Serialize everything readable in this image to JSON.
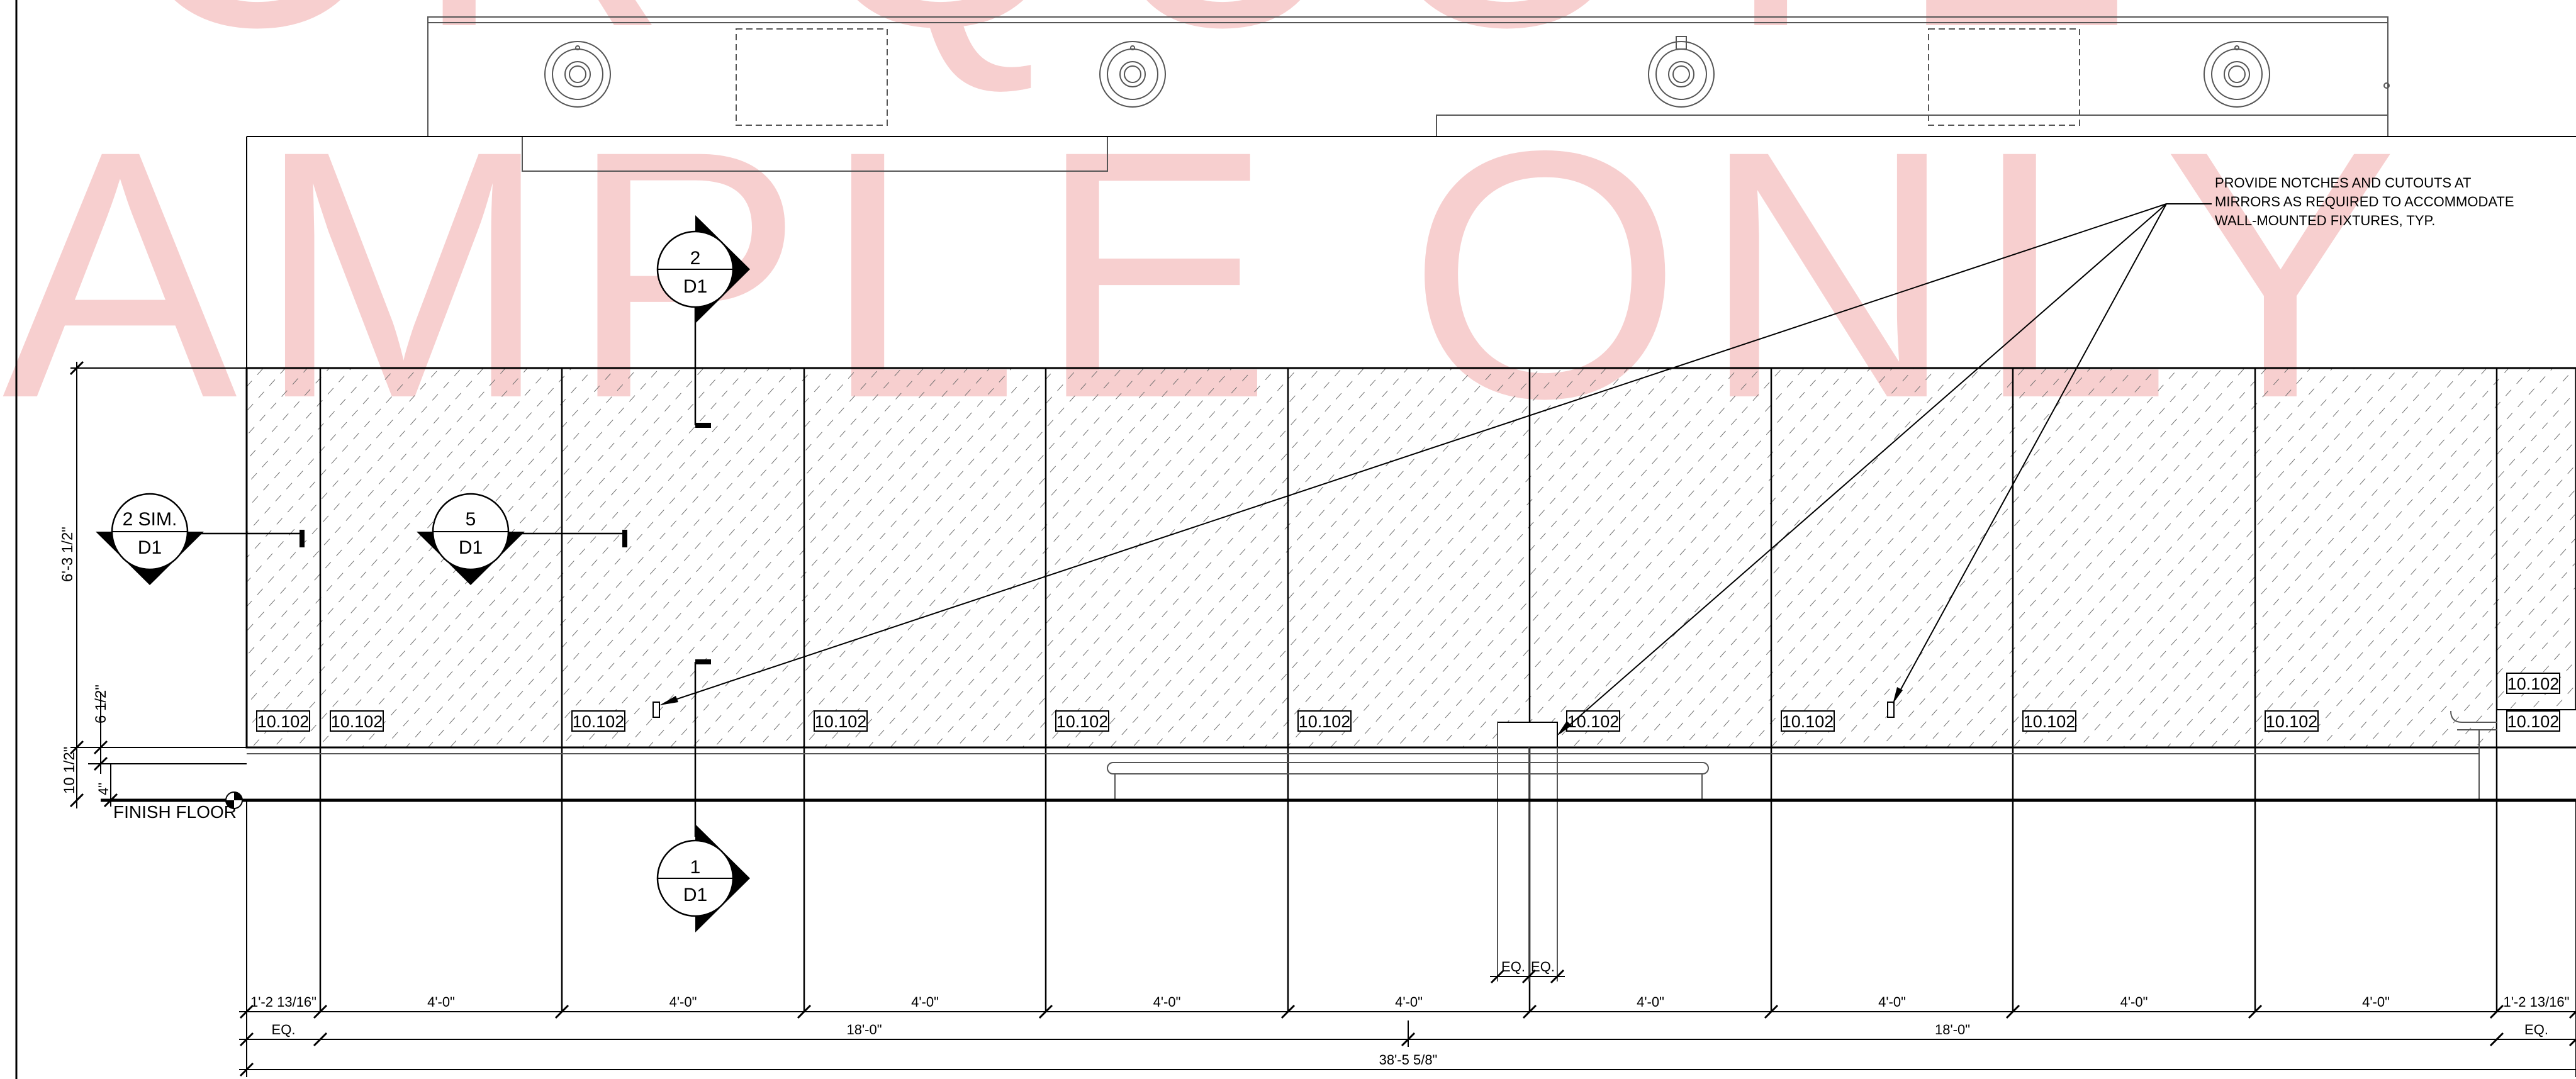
{
  "watermark": {
    "line1": "FOR QUOTE",
    "line2": "SAMPLE ONLY"
  },
  "colors": {
    "line": "#000000",
    "watermark": "#f7cfcf",
    "hatch": "#707070",
    "background": "#ffffff"
  },
  "note": {
    "lines": [
      "PROVIDE NOTCHES AND CUTOUTS AT",
      "MIRRORS AS REQUIRED TO ACCOMMODATE",
      "WALL-MOUNTED FIXTURES, TYP."
    ]
  },
  "section_markers": [
    {
      "top": "2",
      "bottom": "D1"
    },
    {
      "top": "1",
      "bottom": "D1"
    },
    {
      "top": "2 SIM.",
      "bottom": "D1"
    },
    {
      "top": "5",
      "bottom": "D1"
    }
  ],
  "mirror_tags": [
    "10.102",
    "10.102",
    "10.102",
    "10.102",
    "10.102",
    "10.102",
    "10.102",
    "10.102",
    "10.102",
    "10.102",
    "10.102",
    "10.102"
  ],
  "finish_floor_label": "FINISH FLOOR",
  "vertical_dimensions": [
    "6'-3 1/2\"",
    "6 1/2\"",
    "10 1/2\"",
    "4\""
  ],
  "panel_widths": [
    "1'-2 13/16\"",
    "4'-0\"",
    "4'-0\"",
    "4'-0\"",
    "4'-0\"",
    "4'-0\"",
    "4'-0\"",
    "4'-0\"",
    "4'-0\"",
    "4'-0\"",
    "1'-2 13/16\""
  ],
  "eq_small": [
    "EQ.",
    "EQ."
  ],
  "group_dimensions": [
    "EQ.",
    "18'-0\"",
    "18'-0\"",
    "EQ."
  ],
  "overall_dimension": "38'-5 5/8\""
}
